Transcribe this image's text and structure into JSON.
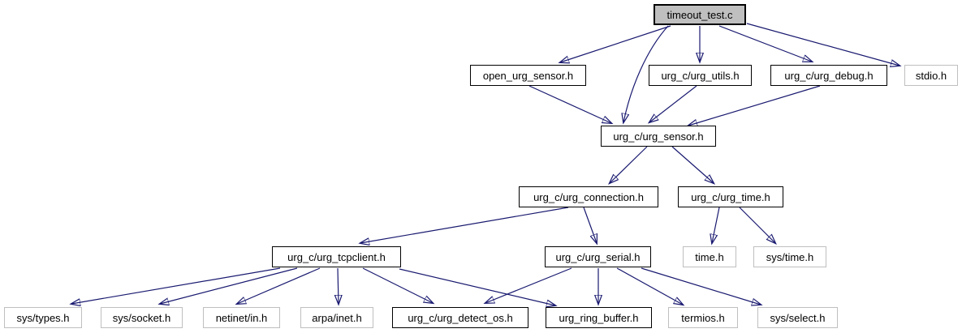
{
  "diagram_type": "include-dependency-graph",
  "colors": {
    "edge": "#191970",
    "node_fill": "#ffffff",
    "node_border": "#000000",
    "external_border": "#bfbfbf",
    "main_node_fill": "#bfbfbf",
    "background": "#ffffff"
  },
  "nodes": {
    "timeout_test": {
      "label": "timeout_test.c",
      "kind": "main"
    },
    "open_urg_sensor": {
      "label": "open_urg_sensor.h",
      "kind": "internal"
    },
    "urg_utils": {
      "label": "urg_c/urg_utils.h",
      "kind": "internal"
    },
    "urg_debug": {
      "label": "urg_c/urg_debug.h",
      "kind": "internal"
    },
    "stdio": {
      "label": "stdio.h",
      "kind": "external"
    },
    "urg_sensor": {
      "label": "urg_c/urg_sensor.h",
      "kind": "internal"
    },
    "urg_connection": {
      "label": "urg_c/urg_connection.h",
      "kind": "internal"
    },
    "urg_time": {
      "label": "urg_c/urg_time.h",
      "kind": "internal"
    },
    "urg_tcpclient": {
      "label": "urg_c/urg_tcpclient.h",
      "kind": "internal"
    },
    "urg_serial": {
      "label": "urg_c/urg_serial.h",
      "kind": "internal"
    },
    "time": {
      "label": "time.h",
      "kind": "external"
    },
    "sys_time": {
      "label": "sys/time.h",
      "kind": "external"
    },
    "sys_types": {
      "label": "sys/types.h",
      "kind": "external"
    },
    "sys_socket": {
      "label": "sys/socket.h",
      "kind": "external"
    },
    "netinet_in": {
      "label": "netinet/in.h",
      "kind": "external"
    },
    "arpa_inet": {
      "label": "arpa/inet.h",
      "kind": "external"
    },
    "urg_detect_os": {
      "label": "urg_c/urg_detect_os.h",
      "kind": "internal"
    },
    "urg_ring_buffer": {
      "label": "urg_ring_buffer.h",
      "kind": "internal"
    },
    "termios": {
      "label": "termios.h",
      "kind": "external"
    },
    "sys_select": {
      "label": "sys/select.h",
      "kind": "external"
    }
  },
  "edges": [
    {
      "from": "timeout_test.c",
      "to": "open_urg_sensor.h"
    },
    {
      "from": "timeout_test.c",
      "to": "urg_c/urg_sensor.h"
    },
    {
      "from": "timeout_test.c",
      "to": "urg_c/urg_utils.h"
    },
    {
      "from": "timeout_test.c",
      "to": "urg_c/urg_debug.h"
    },
    {
      "from": "timeout_test.c",
      "to": "stdio.h"
    },
    {
      "from": "open_urg_sensor.h",
      "to": "urg_c/urg_sensor.h"
    },
    {
      "from": "urg_c/urg_utils.h",
      "to": "urg_c/urg_sensor.h"
    },
    {
      "from": "urg_c/urg_debug.h",
      "to": "urg_c/urg_sensor.h"
    },
    {
      "from": "urg_c/urg_sensor.h",
      "to": "urg_c/urg_connection.h"
    },
    {
      "from": "urg_c/urg_sensor.h",
      "to": "urg_c/urg_time.h"
    },
    {
      "from": "urg_c/urg_connection.h",
      "to": "urg_c/urg_tcpclient.h"
    },
    {
      "from": "urg_c/urg_connection.h",
      "to": "urg_c/urg_serial.h"
    },
    {
      "from": "urg_c/urg_time.h",
      "to": "time.h"
    },
    {
      "from": "urg_c/urg_time.h",
      "to": "sys/time.h"
    },
    {
      "from": "urg_c/urg_tcpclient.h",
      "to": "sys/types.h"
    },
    {
      "from": "urg_c/urg_tcpclient.h",
      "to": "sys/socket.h"
    },
    {
      "from": "urg_c/urg_tcpclient.h",
      "to": "netinet/in.h"
    },
    {
      "from": "urg_c/urg_tcpclient.h",
      "to": "arpa/inet.h"
    },
    {
      "from": "urg_c/urg_tcpclient.h",
      "to": "urg_c/urg_detect_os.h"
    },
    {
      "from": "urg_c/urg_tcpclient.h",
      "to": "urg_ring_buffer.h"
    },
    {
      "from": "urg_c/urg_serial.h",
      "to": "urg_c/urg_detect_os.h"
    },
    {
      "from": "urg_c/urg_serial.h",
      "to": "urg_ring_buffer.h"
    },
    {
      "from": "urg_c/urg_serial.h",
      "to": "termios.h"
    },
    {
      "from": "urg_c/urg_serial.h",
      "to": "sys/select.h"
    }
  ]
}
